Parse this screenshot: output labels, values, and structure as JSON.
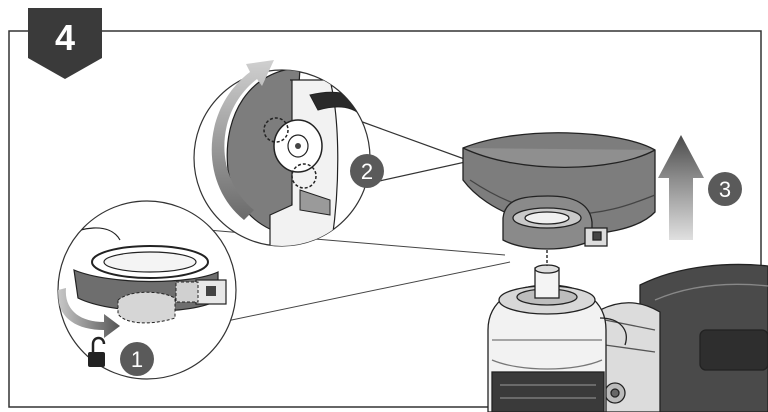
{
  "step": {
    "number": "4"
  },
  "callouts": [
    {
      "label": "1"
    },
    {
      "label": "2"
    },
    {
      "label": "3"
    }
  ],
  "icons": {
    "unlock": "unlock-icon",
    "rotate_arrow": "rotate-arrow-icon",
    "lift_arrow": "up-arrow-icon"
  },
  "colors": {
    "frame": "#333333",
    "badge": "#3a3a3a",
    "guard_fill": "#7d7d7d",
    "arrow_gradient_top": "#4d4d4d",
    "arrow_gradient_bottom": "#d9d9d9"
  }
}
